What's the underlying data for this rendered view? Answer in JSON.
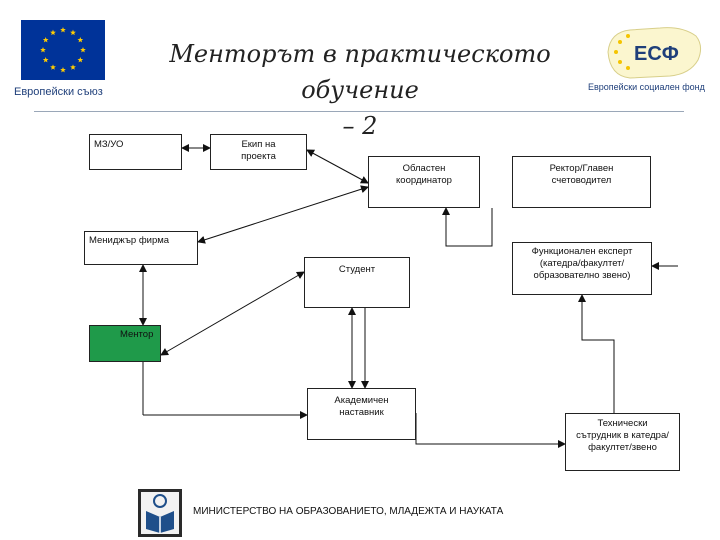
{
  "slide": {
    "title_line1": "Менторът в практическото обучение",
    "title_line2": "– 2",
    "eu_caption": "Европейски съюз",
    "esf_caption": "Европейски социален фонд",
    "esf_mark": "ЕСФ",
    "ministry_text": "МИНИСТЕРСТВО НА ОБРАЗОВАНИЕТО, МЛАДЕЖТА И НАУКАТА"
  },
  "boxes": {
    "mzuo": "МЗ/УО",
    "ekip": "Екип на проекта",
    "oblasten": "Областен координатор",
    "rektor": "Ректор/Главен счетоводител",
    "menidzhar": "Мениджър фирма",
    "student": "Студент",
    "funkcionalen": "Функционален експерт (катедра/факултет/образователно звено)",
    "mentor": "Ментор",
    "akademichen": "Академичен наставник",
    "tehnicheski": "Технически сътрудник в катедра/ факултет/звено"
  },
  "colors": {
    "mentor_fill": "#1f9a4a",
    "eu_blue": "#003399",
    "eu_star": "#ffcc00"
  }
}
